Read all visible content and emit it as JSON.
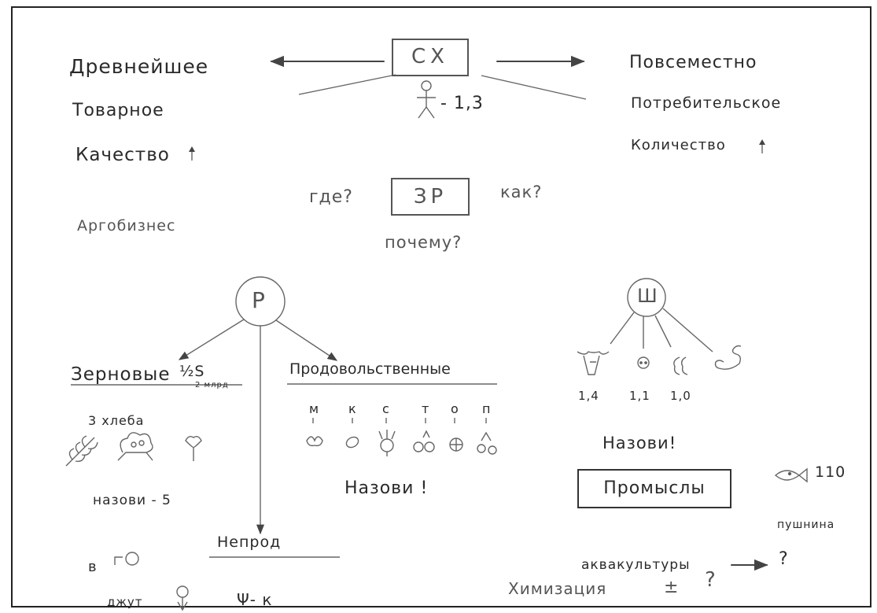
{
  "center": {
    "box_label": "CX",
    "share_label": "- 1,3"
  },
  "left_col": {
    "ancient": "Древнейшее",
    "commodity": "Товарное",
    "quality": "Качество",
    "agro": "Аргобизнес"
  },
  "right_col": {
    "everywhere": "Повсеместно",
    "consumer": "Потребительское",
    "quantity": "Количество"
  },
  "zr": {
    "label": "ЗР",
    "where": "где?",
    "how": "как?",
    "why": "почему?"
  },
  "plants": {
    "node": "Р",
    "grains": "Зерновые",
    "grains_share": "½S",
    "grains_sub": "2 млрд",
    "three_breads": "3 хлеба",
    "name_five": "назови - 5",
    "food": "Продовольственные",
    "food_letters": [
      "м",
      "к",
      "с",
      "т",
      "о",
      "п"
    ],
    "name_food": "Назови !",
    "nonfood": "Непрод",
    "v": "в",
    "jute": "джут",
    "psi": "Ψ- к"
  },
  "animals": {
    "node": "Ш",
    "numbers": [
      "1,4",
      "1,1",
      "1,0"
    ],
    "name": "Назови!",
    "crafts": "Промыслы",
    "fish_number": "110",
    "fur": "пушнина",
    "aquaculture": "аквакультуры",
    "aqua_q": "?",
    "chem": "Химизация",
    "chem_pm": "±",
    "chem_q": "?"
  }
}
